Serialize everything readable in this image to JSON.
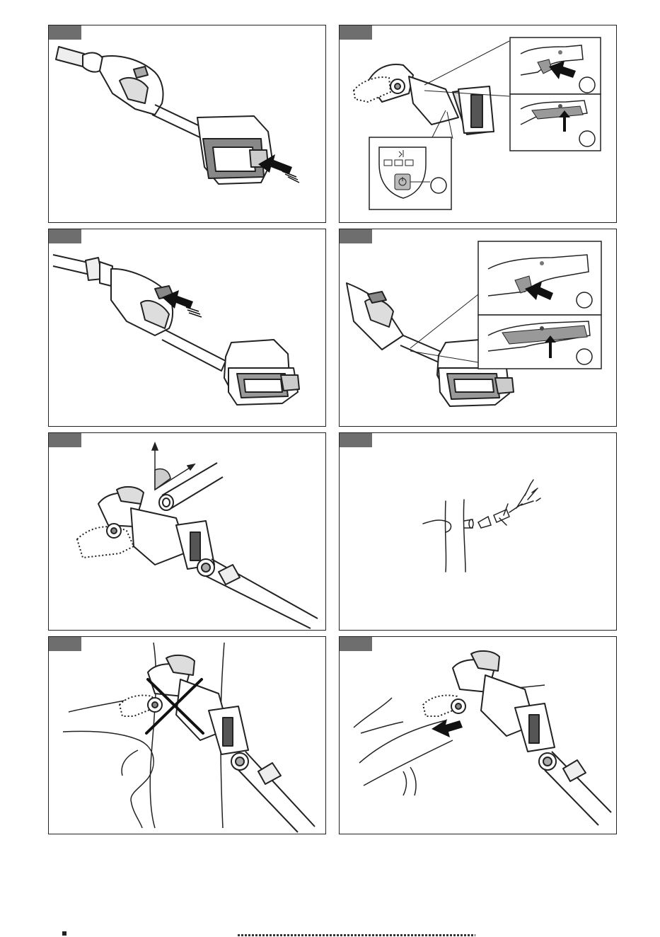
{
  "panels": [
    {
      "id": "p1",
      "label": ""
    },
    {
      "id": "p2",
      "label": ""
    },
    {
      "id": "p3",
      "label": ""
    },
    {
      "id": "p4",
      "label": ""
    },
    {
      "id": "p5",
      "label": ""
    },
    {
      "id": "p6",
      "label": ""
    },
    {
      "id": "p7",
      "label": ""
    },
    {
      "id": "p8",
      "label": ""
    }
  ],
  "icons": {
    "arrow": "push-arrow-icon",
    "power": "power-button-icon",
    "prohibited": "cross-out-icon"
  }
}
